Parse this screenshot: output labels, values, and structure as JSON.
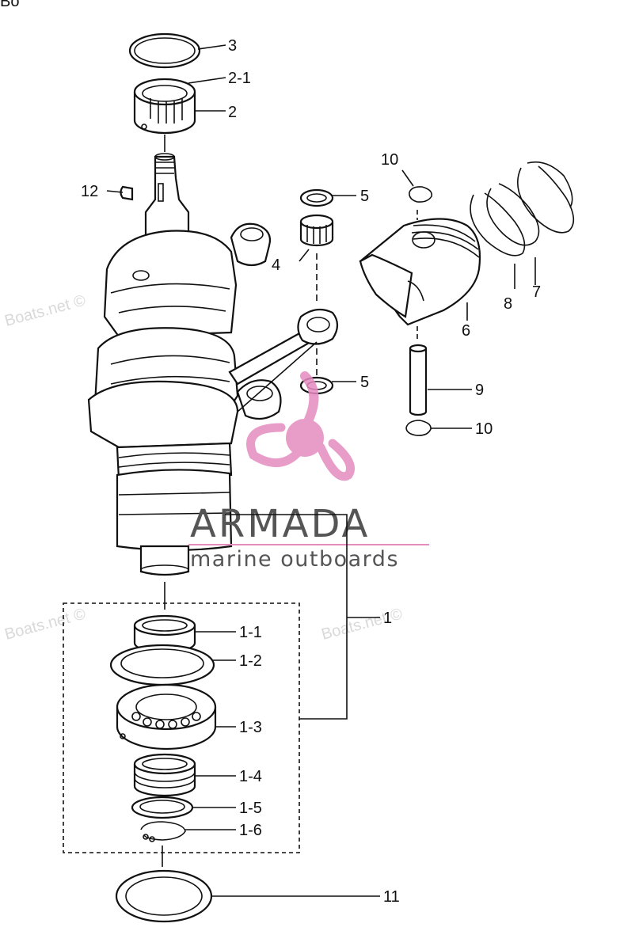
{
  "watermark": {
    "corner_text": "Bo",
    "text": "Boats.net ©"
  },
  "brand": {
    "name": "ARMADA",
    "tagline": "marine outboards",
    "text_color": "#555555",
    "accent_color": "#e58bbf"
  },
  "callouts": [
    {
      "id": "1",
      "label": "1"
    },
    {
      "id": "1-1",
      "label": "1-1"
    },
    {
      "id": "1-2",
      "label": "1-2"
    },
    {
      "id": "1-3",
      "label": "1-3"
    },
    {
      "id": "1-4",
      "label": "1-4"
    },
    {
      "id": "1-5",
      "label": "1-5"
    },
    {
      "id": "1-6",
      "label": "1-6"
    },
    {
      "id": "2",
      "label": "2"
    },
    {
      "id": "2-1",
      "label": "2-1"
    },
    {
      "id": "3",
      "label": "3"
    },
    {
      "id": "4",
      "label": "4"
    },
    {
      "id": "5a",
      "label": "5"
    },
    {
      "id": "5b",
      "label": "5"
    },
    {
      "id": "6",
      "label": "6"
    },
    {
      "id": "7",
      "label": "7"
    },
    {
      "id": "8",
      "label": "8"
    },
    {
      "id": "9",
      "label": "9"
    },
    {
      "id": "10a",
      "label": "10"
    },
    {
      "id": "10b",
      "label": "10"
    },
    {
      "id": "11",
      "label": "11"
    },
    {
      "id": "12",
      "label": "12"
    }
  ]
}
